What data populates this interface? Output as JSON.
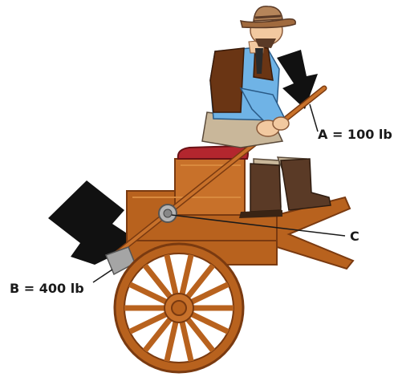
{
  "labels": {
    "force_a": "A = 100 lb",
    "force_b": "B = 400 lb",
    "pivot_c": "C"
  },
  "colors": {
    "wood": "#b8621e",
    "wood_dark": "#7a3a10",
    "wood_light": "#d98a3e",
    "arrow": "#111111",
    "seat": "#b3262e",
    "shirt": "#6fb3e6",
    "vest": "#6a3514",
    "pants": "#c9b79a",
    "boots": "#5a3a26",
    "hat": "#b5855a",
    "skin": "#f2c9a0",
    "metal": "#9a9a9a"
  },
  "icons": {
    "arrow_a": "force-arrow-up",
    "arrow_b": "force-arrow-down",
    "pivot": "pivot-bolt-icon"
  }
}
